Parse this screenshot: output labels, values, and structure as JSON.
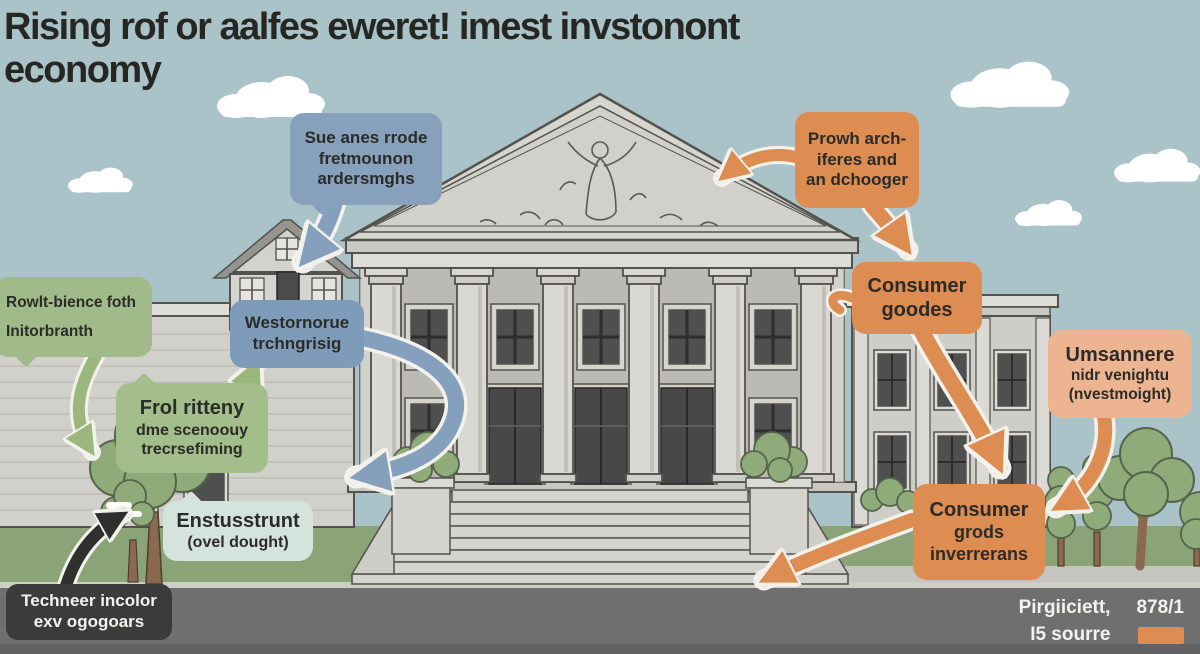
{
  "title": {
    "line1": "Rising rof or aalfes eweret! imest invstonont",
    "line2": "economy"
  },
  "callouts": {
    "info_method": {
      "lines": [
        "Sue anes rrode",
        "fretmounon",
        "ardersmghs"
      ],
      "color": "#87a0bb"
    },
    "growth_archives": {
      "lines": [
        "Prowh arch-",
        "iferes and",
        "an dchooger"
      ],
      "color": "#dd8c52"
    },
    "consumer_goods": {
      "lines": [
        "Consumer",
        "goodes"
      ],
      "color": "#dd8c52"
    },
    "investment": {
      "title": "Umsannere",
      "lines": [
        "nidr venightu",
        "(nvestmoight)"
      ],
      "color": "#ecb491"
    },
    "consumer_investors": {
      "lines": [
        "Consumer",
        "grods",
        "inverrerans"
      ],
      "color": "#dd8c52"
    },
    "growth_science": {
      "lines": [
        "Rowlt-bience foth",
        "Initorbranth"
      ],
      "color": "#a0bb89"
    },
    "free_economy": {
      "title": "Frol ritteny",
      "lines": [
        "dme scenoouy",
        "trecrsefiming"
      ],
      "color": "#a3bd8b"
    },
    "western_tech": {
      "lines": [
        "Westornorue",
        "trchngrisig"
      ],
      "color": "#7e9cba"
    },
    "investment_level": {
      "title": "Enstusstrunt",
      "subtitle": "(ovel dought)",
      "color": "#d4e4dc"
    },
    "technology_color": {
      "lines": [
        "Techneer incolor",
        "exv ogogoars"
      ],
      "color": "#3b3b3b"
    }
  },
  "footer": {
    "credit_label": "Pirgiiciett,",
    "credit_value": "878/1",
    "source_label": "I5 sourre",
    "legend_color": "#dd8c52"
  },
  "colors": {
    "sky": "#a9c3c9",
    "building": "#d6d4ce",
    "grass": "#8aa377",
    "road": "#6f6f6f",
    "orange": "#dd8c52",
    "tan": "#ecb491",
    "blue": "#84a0bc",
    "green": "#a3bd8b",
    "mint": "#d4e4dc",
    "dark_box": "#3b3b3b",
    "text": "#2b2b27"
  }
}
